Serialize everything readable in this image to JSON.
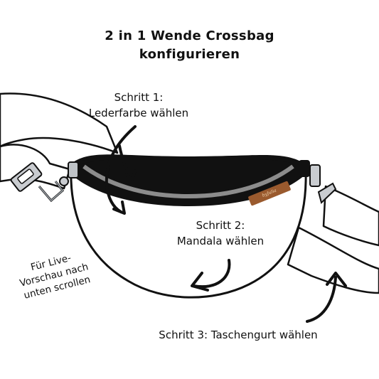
{
  "title": {
    "line1": "2 in 1 Wende Crossbag",
    "line2": "konfigurieren"
  },
  "steps": {
    "step1_line1": "Schritt 1:",
    "step1_line2": "Lederfarbe wählen",
    "step2_line1": "Schritt 2:",
    "step2_line2": "Mandala wählen",
    "step3": "Schritt 3: Taschengurt wählen"
  },
  "hint": {
    "line1": "Für Live-",
    "line2": "Vorschau nach",
    "line3": "unten scrollen"
  },
  "bag_label": "byJulia",
  "colors": {
    "ink": "#111111",
    "metal": "#9aa0a6",
    "leather_tag": "#9a5a2e",
    "stripe": "#8c8c8c"
  }
}
